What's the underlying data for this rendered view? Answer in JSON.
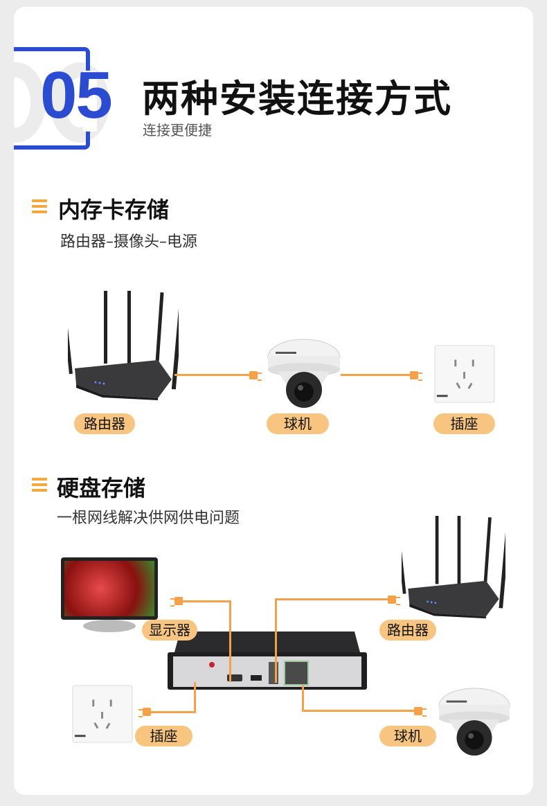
{
  "header": {
    "number": "05",
    "title": "两种安装连接方式",
    "subtitle": "连接更便捷"
  },
  "section1": {
    "title": "内存卡存储",
    "subtitle": "路由器–摄像头–电源",
    "labels": {
      "router": "路由器",
      "camera": "球机",
      "socket": "插座"
    }
  },
  "section2": {
    "title": "硬盘存储",
    "subtitle": "一根网线解决供网供电问题",
    "labels": {
      "monitor": "显示器",
      "router": "路由器",
      "socket": "插座",
      "camera": "球机"
    }
  },
  "colors": {
    "accent_blue": "#2b4bd0",
    "orange_line": "#f5a14a",
    "label_bg": "#f7c57f"
  }
}
